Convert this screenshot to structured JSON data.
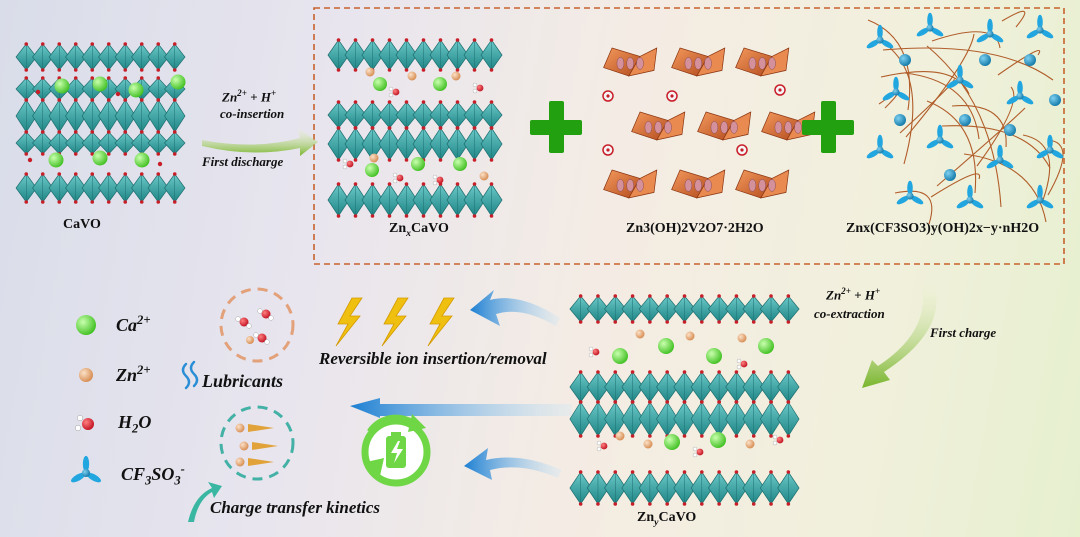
{
  "structures": {
    "cavo": "CaVO",
    "znx_cavo_pre": "Zn",
    "znx_cavo_sub": "x",
    "znx_cavo_post": "CaVO",
    "zn3_formula": "Zn3(OH)2V2O7·2H2O",
    "znx_cf3_formula": "Znx(CF3SO3)y(OH)2x−y·nH2O",
    "zny_cavo_pre": "Zn",
    "zny_cavo_sub": "y",
    "zny_cavo_post": "CaVO"
  },
  "process": {
    "insertion_ion_a": "Zn",
    "insertion_ion_a_sup": "2+",
    "plus": " + ",
    "insertion_ion_b": "H",
    "insertion_ion_b_sup": "+",
    "insertion_label": "co-insertion",
    "first_discharge": "First discharge",
    "extraction_ion_a": "Zn",
    "extraction_ion_a_sup": "2+",
    "extraction_ion_b": "H",
    "extraction_ion_b_sup": "+",
    "extraction_label": "co-extraction",
    "first_charge": "First charge"
  },
  "legend": {
    "ca_base": "Ca",
    "ca_sup": "2+",
    "zn_base": "Zn",
    "zn_sup": "2+",
    "h2o_a": "H",
    "h2o_sub": "2",
    "h2o_b": "O",
    "cf3_a": "CF",
    "cf3_sub1": "3",
    "cf3_b": "SO",
    "cf3_sub2": "3",
    "cf3_sup": "-"
  },
  "features": {
    "lubricants": "Lubricants",
    "reversible": "Reversible ion insertion/removal",
    "kinetics": "Charge transfer kinetics"
  },
  "colors": {
    "octahedron": "#2fa5a5",
    "vo_polyhedron": "#e0723a",
    "ca_ion": "#4fd62f",
    "zn_ion": "#e9a878",
    "oxygen": "#d8202a",
    "cf3so3": "#22a6e0",
    "plus_sign": "#22a010",
    "dashed_box": "#c8622e",
    "arrow_blue": "#2e8fd8",
    "arrow_green": "#8fc43a",
    "bolt": "#f0c010"
  }
}
